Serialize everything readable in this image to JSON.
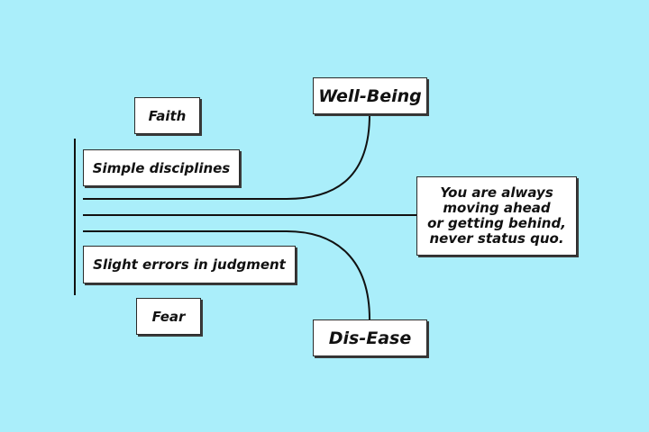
{
  "colors": {
    "background": "#aaeefa",
    "box_fill": "#ffffff",
    "line": "#111111"
  },
  "labels": {
    "faith": "Faith",
    "simple_disciplines": "Simple disciplines",
    "well_being": "Well-Being",
    "slight_errors": "Slight errors in judgment",
    "fear": "Fear",
    "dis_ease": "Dis-Ease",
    "status_lines": [
      "You are always",
      "moving ahead",
      "or getting behind,",
      "never status quo."
    ]
  }
}
